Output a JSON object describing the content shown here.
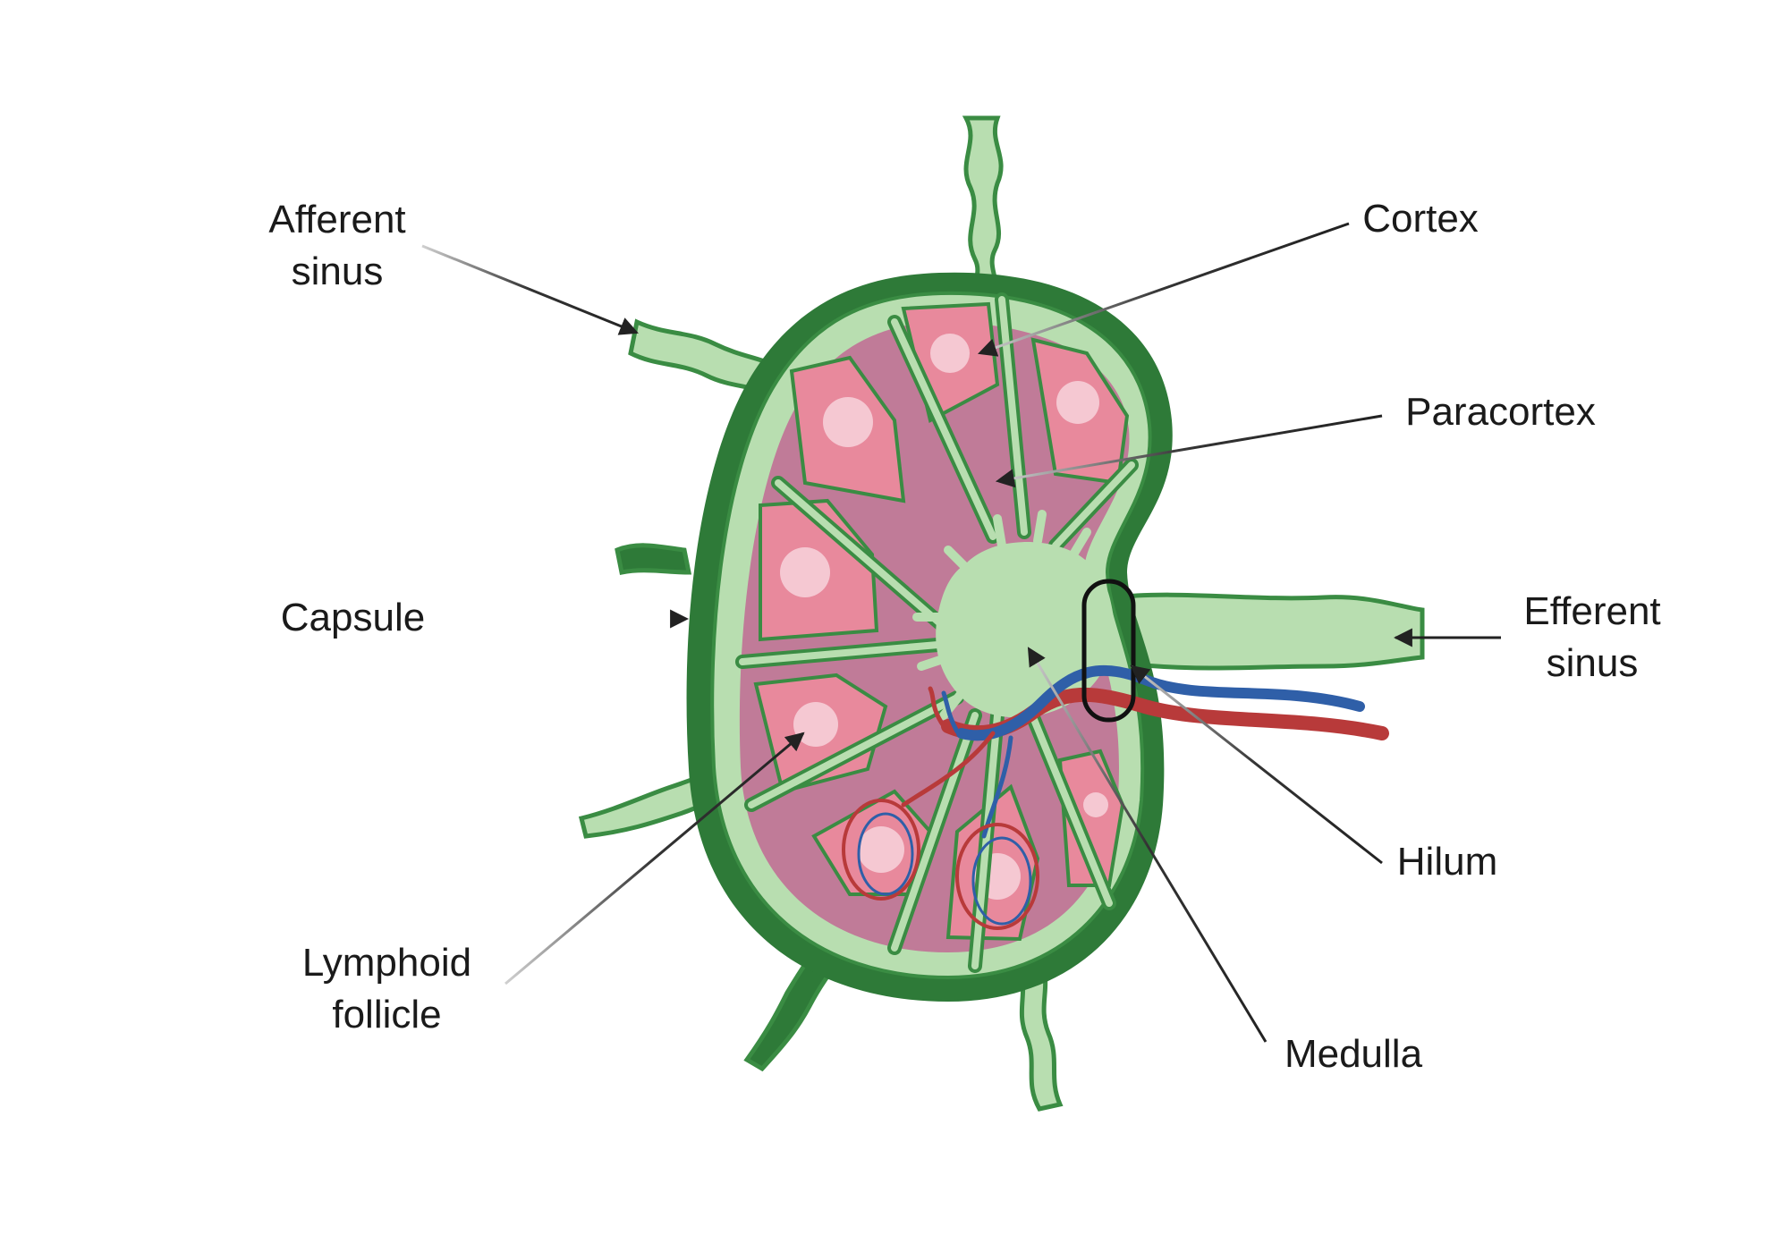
{
  "labels": {
    "afferent_sinus": [
      "Afferent",
      "sinus"
    ],
    "capsule": "Capsule",
    "lymphoid_follicle": [
      "Lymphoid",
      "follicle"
    ],
    "cortex": "Cortex",
    "paracortex": "Paracortex",
    "efferent_sinus": [
      "Efferent",
      "sinus"
    ],
    "hilum": "Hilum",
    "medulla": "Medulla"
  },
  "colors": {
    "capsule": "#2e7a38",
    "sinus": "#b8deb0",
    "trabecula": "#3d8a45",
    "follicle": "#e8899c",
    "germinal_center": "#f5c8d2",
    "paracortex": "#c07b98",
    "artery": "#b83a3a",
    "vein": "#2f5fa8"
  }
}
